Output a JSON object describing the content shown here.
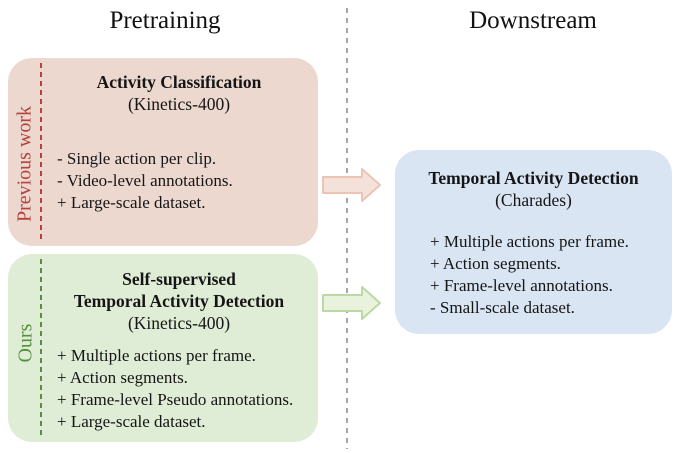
{
  "figure": {
    "type": "comparison-flow-diagram",
    "columns": {
      "pretraining_label": "Pretraining",
      "downstream_label": "Downstream"
    },
    "boxes": {
      "previous_work": {
        "side_label": "Previous work",
        "title": "Activity Classification",
        "dataset": "(Kinetics-400)",
        "bullets": [
          "- Single action per clip.",
          "- Video-level annotations.",
          "+ Large-scale dataset."
        ]
      },
      "ours": {
        "side_label": "Ours",
        "title_line1": "Self-supervised",
        "title_line2": "Temporal Activity Detection",
        "dataset": "(Kinetics-400)",
        "bullets": [
          "+ Multiple actions per frame.",
          "+ Action segments.",
          "+ Frame-level Pseudo annotations.",
          "+ Large-scale dataset."
        ]
      },
      "downstream": {
        "title": "Temporal Activity Detection",
        "dataset": "(Charades)",
        "bullets": [
          "+ Multiple actions per frame.",
          "+ Action segments.",
          "+ Frame-level annotations.",
          "- Small-scale dataset."
        ]
      }
    },
    "colors": {
      "previous_work_bg": "#edd8d0",
      "previous_work_accent": "#b5423c",
      "ours_bg": "#dfedd6",
      "ours_accent": "#55903f",
      "downstream_bg": "#d9e5f3",
      "divider_gray": "#a6a6a6",
      "arrow_pink_fill": "#f3e1da",
      "arrow_pink_stroke": "#ecc4b6",
      "arrow_green_fill": "#e8f2dd",
      "arrow_green_stroke": "#bbd9a4",
      "text": "#151515"
    }
  }
}
